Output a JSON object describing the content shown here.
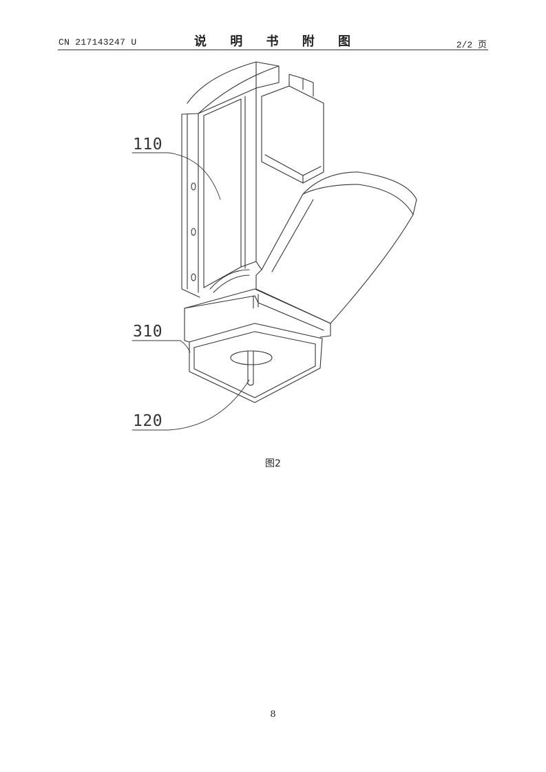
{
  "header": {
    "publication_number": "CN 217143247 U",
    "title": "说 明 书 附 图",
    "page_ratio": "2/2 页"
  },
  "figure": {
    "reference_labels": {
      "label_110": "110",
      "label_310": "310",
      "label_120": "120"
    },
    "caption": "图2"
  },
  "footer": {
    "page_number": "8"
  }
}
